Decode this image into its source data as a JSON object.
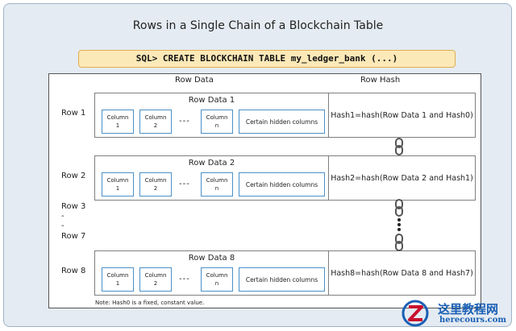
{
  "title": "Rows in a Single Chain of a Blockchain Table",
  "sql": "SQL> CREATE BLOCKCHAIN TABLE my_ledger_bank (...)",
  "headers": {
    "row_data": "Row Data",
    "row_hash": "Row Hash"
  },
  "column_label": "Column",
  "column_numbers": [
    "1",
    "2",
    "n"
  ],
  "ellipsis": "---",
  "hidden_columns": "Certain hidden columns",
  "rows": [
    {
      "label": "Row 1",
      "data_title": "Row Data 1",
      "hash": "Hash1=hash(Row Data 1 and Hash0)"
    },
    {
      "label": "Row 2",
      "data_title": "Row Data 2",
      "hash": "Hash2=hash(Row Data 2 and Hash1)"
    },
    {
      "label": "Row 8",
      "data_title": "Row Data 8",
      "hash": "Hash8=hash(Row Data 8 and Hash7)"
    }
  ],
  "range_labels": [
    "Row 3",
    "-",
    "-",
    "Row 7"
  ],
  "note": "Note: Hash0 is a fixed, constant value.",
  "watermark": {
    "name": "这里教程网",
    "url": "herecours.com",
    "brand_color": "#c8102e",
    "accent_color": "#1a5fb4"
  },
  "icons": {
    "chain": "chain-link-icon",
    "logo": "z-logo-icon"
  }
}
